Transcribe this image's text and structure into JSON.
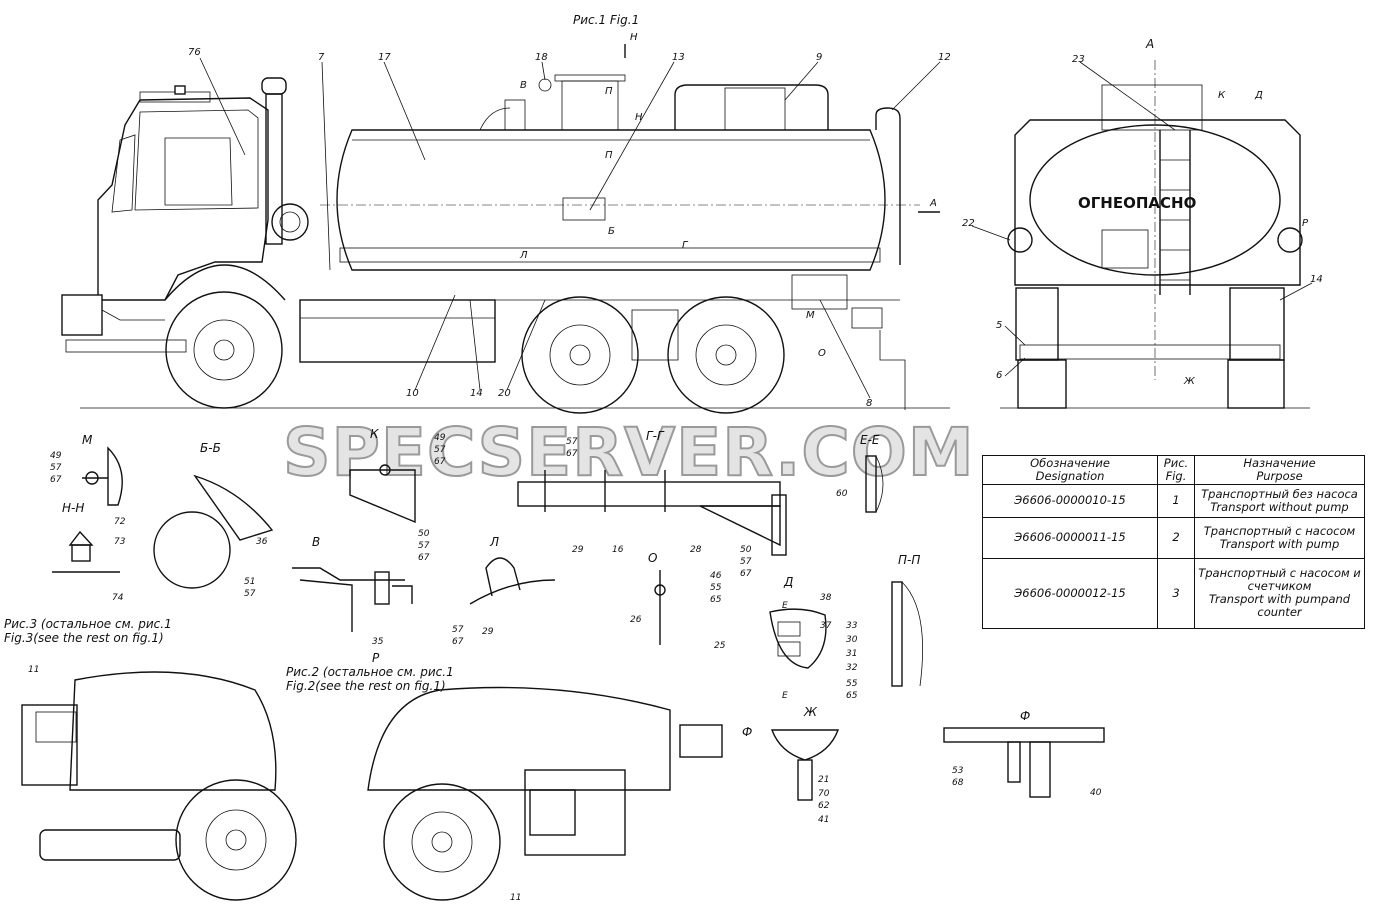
{
  "figure1_caption": "Рис.1  Fig.1",
  "figure2_caption_ru": "Рис.2 (остальное см. рис.1",
  "figure2_caption_en": "Fig.2(see the rest on fig.1)",
  "figure3_caption_ru": "Рис.3 (остальное см. рис.1",
  "figure3_caption_en": "Fig.3(see the rest on fig.1)",
  "warning_text": "ОГНЕОПАСНО",
  "watermark": "SPECSERVER.COM",
  "views": {
    "A": "А",
    "M": "М",
    "NN": "Н-Н",
    "BB": "Б-Б",
    "K": "К",
    "GG": "Г-Г",
    "EE": "Е-Е",
    "V": "В",
    "L": "Л",
    "O": "О",
    "D": "Д",
    "PP": "П-П",
    "R": "Р",
    "F": "Ф",
    "ZH": "Ж"
  },
  "section_marks": {
    "N": "Н",
    "V": "В",
    "P": "П",
    "B": "Б",
    "G": "Г",
    "L": "Л",
    "M": "М",
    "O": "О",
    "A": "А",
    "K": "К",
    "D": "Д",
    "R": "Р",
    "ZH": "Ж",
    "E": "Е"
  },
  "callouts": {
    "fig1": [
      "76",
      "7",
      "17",
      "18",
      "13",
      "9",
      "12",
      "10",
      "14",
      "20",
      "8"
    ],
    "viewA": [
      "23",
      "22",
      "14",
      "5",
      "6"
    ],
    "details": [
      "49",
      "57",
      "67",
      "72",
      "73",
      "74",
      "36",
      "51",
      "50",
      "35",
      "29",
      "16",
      "28",
      "60",
      "46",
      "55",
      "65",
      "26",
      "25",
      "38",
      "37",
      "33",
      "30",
      "31",
      "32",
      "21",
      "70",
      "62",
      "41",
      "53",
      "68",
      "40",
      "11"
    ]
  },
  "table": {
    "headers": {
      "designation_ru": "Обозначение",
      "designation_en": "Designation",
      "fig_ru": "Рис.",
      "fig_en": "Fig.",
      "purpose_ru": "Назначение",
      "purpose_en": "Purpose"
    },
    "rows": [
      {
        "designation": "Э6606-0000010-15",
        "fig": "1",
        "purpose_ru": "Транспортный без насоса",
        "purpose_en": "Transport without pump"
      },
      {
        "designation": "Э6606-0000011-15",
        "fig": "2",
        "purpose_ru": "Транспортный с насосом",
        "purpose_en": "Transport with pump"
      },
      {
        "designation": "Э6606-0000012-15",
        "fig": "3",
        "purpose_ru": "Транспортный с насосом и счетчиком",
        "purpose_en": "Transport with pumpand counter"
      }
    ]
  }
}
